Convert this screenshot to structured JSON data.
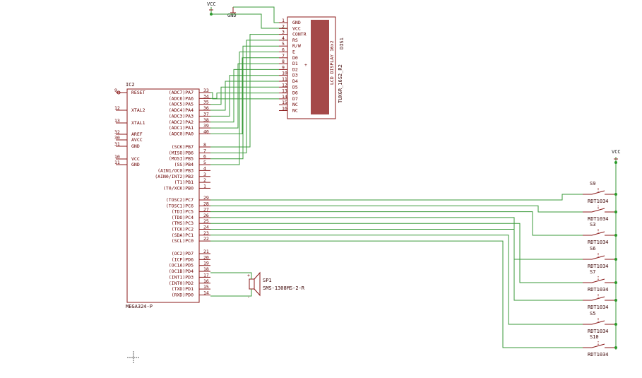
{
  "colors": {
    "body": "#8b1a1a",
    "wire": "#3a9a3a",
    "lcd": "#a54848",
    "junction": "#2a9a2a",
    "text": "#6a0000"
  },
  "vcc_top": "VCC",
  "vcc_right": "VCC",
  "gnd_label": "GND",
  "ic2": {
    "ref": "IC2",
    "value": "MEGA324-P",
    "left_pins": [
      {
        "num": "9",
        "name": "RESET"
      },
      {
        "num": "12",
        "name": "XTAL2"
      },
      {
        "num": "13",
        "name": "XTAL1"
      },
      {
        "num": "32",
        "name": "AREF"
      },
      {
        "num": "30",
        "name": "AVCC"
      },
      {
        "num": "31",
        "name": "GND"
      },
      {
        "num": "10",
        "name": "VCC"
      },
      {
        "num": "11",
        "name": "GND"
      }
    ],
    "right_pins": [
      {
        "num": "33",
        "name": "(ADC7)PA7"
      },
      {
        "num": "34",
        "name": "(ADC6)PA6"
      },
      {
        "num": "35",
        "name": "(ADC5)PA5"
      },
      {
        "num": "36",
        "name": "(ADC4)PA4"
      },
      {
        "num": "37",
        "name": "(ADC3)PA3"
      },
      {
        "num": "38",
        "name": "(ADC2)PA2"
      },
      {
        "num": "39",
        "name": "(ADC1)PA1"
      },
      {
        "num": "40",
        "name": "(ADC0)PA0"
      },
      {
        "num": "8",
        "name": "(SCK)PB7"
      },
      {
        "num": "7",
        "name": "(MISO)PB6"
      },
      {
        "num": "6",
        "name": "(MOSI)PB5"
      },
      {
        "num": "5",
        "name": "(SS)PB4"
      },
      {
        "num": "4",
        "name": "(AIN1/OC0)PB3"
      },
      {
        "num": "3",
        "name": "(AIN0/INT2)PB2"
      },
      {
        "num": "2",
        "name": "(T1)PB1"
      },
      {
        "num": "1",
        "name": "(T0/XCK)PB0"
      },
      {
        "num": "29",
        "name": "(TOSC2)PC7"
      },
      {
        "num": "28",
        "name": "(TOSC1)PC6"
      },
      {
        "num": "27",
        "name": "(TDI)PC5"
      },
      {
        "num": "26",
        "name": "(TDO)PC4"
      },
      {
        "num": "25",
        "name": "(TMS)PC3"
      },
      {
        "num": "24",
        "name": "(TCK)PC2"
      },
      {
        "num": "23",
        "name": "(SDA)PC1"
      },
      {
        "num": "22",
        "name": "(SCL)PC0"
      },
      {
        "num": "21",
        "name": "(OC2)PD7"
      },
      {
        "num": "20",
        "name": "(ICP)PD6"
      },
      {
        "num": "19",
        "name": "(OC1A)PD5"
      },
      {
        "num": "18",
        "name": "(OC1B)PD4"
      },
      {
        "num": "17",
        "name": "(INT1)PD3"
      },
      {
        "num": "16",
        "name": "(INT0)PD2"
      },
      {
        "num": "15",
        "name": "(TXD)PD1"
      },
      {
        "num": "14",
        "name": "(RXD)PD0"
      }
    ]
  },
  "dis1": {
    "ref": "DIS1",
    "value": "TUXGR_16S2_R2",
    "screen_text": "LCD DISPLAY 16x2",
    "pins": [
      {
        "num": "1",
        "name": "GND"
      },
      {
        "num": "2",
        "name": "VCC"
      },
      {
        "num": "3",
        "name": "CONTR"
      },
      {
        "num": "4",
        "name": "RS"
      },
      {
        "num": "5",
        "name": "R/W"
      },
      {
        "num": "6",
        "name": "E"
      },
      {
        "num": "7",
        "name": "D0"
      },
      {
        "num": "8",
        "name": "D1"
      },
      {
        "num": "9",
        "name": "D2"
      },
      {
        "num": "10",
        "name": "D3"
      },
      {
        "num": "11",
        "name": "D4"
      },
      {
        "num": "12",
        "name": "D5"
      },
      {
        "num": "13",
        "name": "D6"
      },
      {
        "num": "14",
        "name": "D7"
      },
      {
        "num": "15",
        "name": "NC"
      },
      {
        "num": "16",
        "name": "NC"
      }
    ]
  },
  "sp1": {
    "ref": "SP1",
    "value": "SMS-1308MS-2-R",
    "plus": "+",
    "minus": "-"
  },
  "switches": [
    {
      "ref": "S9",
      "value": "RDT1034"
    },
    {
      "ref": "",
      "value": "RDT1034"
    },
    {
      "ref": "S3",
      "value": "RDT1034"
    },
    {
      "ref": "S6",
      "value": "RDT1034"
    },
    {
      "ref": "S7",
      "value": "RDT1034"
    },
    {
      "ref": "",
      "value": "RDT1034"
    },
    {
      "ref": "S5",
      "value": "RDT1034"
    },
    {
      "ref": "S10",
      "value": "RDT1034"
    }
  ]
}
